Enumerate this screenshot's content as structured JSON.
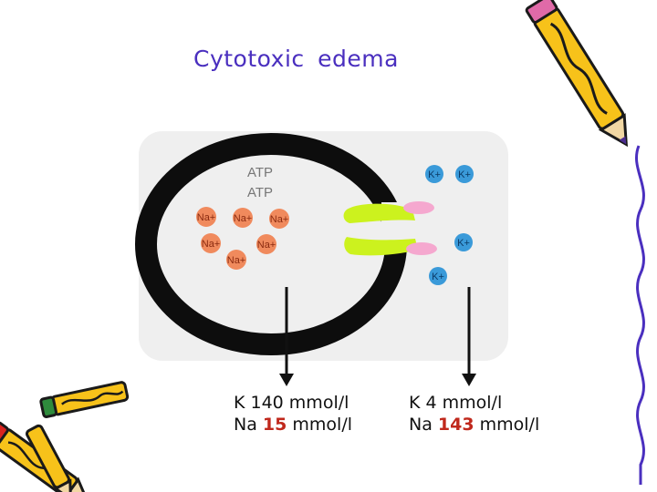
{
  "title": "Cytotoxic edema",
  "cell": {
    "atp_labels": [
      "ATP",
      "ATP"
    ],
    "inside_ions": [
      "Na+",
      "Na+",
      "Na+",
      "Na+",
      "Na+",
      "Na+"
    ],
    "outside_ions": [
      "K+",
      "K+",
      "K+",
      "K+"
    ]
  },
  "concentrations": {
    "inside": {
      "k_line": "K 140 mmol/l",
      "na_prefix": "Na ",
      "na_value": "15",
      "na_suffix": " mmol/l"
    },
    "outside": {
      "k_line": "K 4 mmol/l",
      "na_prefix": "Na ",
      "na_value": "143",
      "na_suffix": " mmol/l"
    }
  },
  "colors": {
    "title": "#4a2fbf",
    "highlight": "#c0281c",
    "na_ion": "#f08a5d",
    "k_ion": "#3a9ad9",
    "pump": "#ccf21e",
    "pump_tip": "#f5a8cf",
    "membrane": "#0d0d0d"
  }
}
